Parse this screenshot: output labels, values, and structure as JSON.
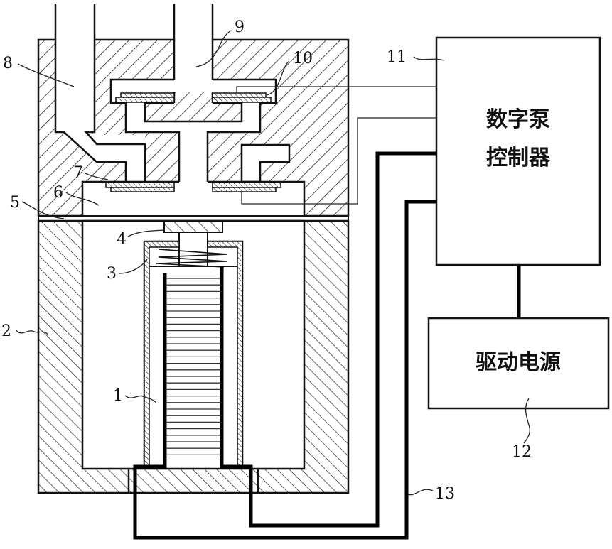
{
  "figure": {
    "type": "patent schematic",
    "subject": "Digital pump with piezoelectric actuator"
  },
  "labels": [
    {
      "id": "1",
      "text": "1",
      "part": "piezo-stack"
    },
    {
      "id": "2",
      "text": "2",
      "part": "lower-housing"
    },
    {
      "id": "3",
      "text": "3",
      "part": "spring"
    },
    {
      "id": "4",
      "text": "4",
      "part": "push-block"
    },
    {
      "id": "5",
      "text": "5",
      "part": "diaphragm"
    },
    {
      "id": "6",
      "text": "6",
      "part": "pump-chamber"
    },
    {
      "id": "7",
      "text": "7",
      "part": "inlet-valve"
    },
    {
      "id": "8",
      "text": "8",
      "part": "inlet-channel"
    },
    {
      "id": "9",
      "text": "9",
      "part": "outlet-channel"
    },
    {
      "id": "10",
      "text": "10",
      "part": "outlet-valve"
    },
    {
      "id": "11",
      "text": "11",
      "part": "controller"
    },
    {
      "id": "12",
      "text": "12",
      "part": "power-supply"
    },
    {
      "id": "13",
      "text": "13",
      "part": "drive-wires"
    }
  ],
  "blocks": {
    "controller": {
      "line1": "数字泵",
      "line2": "控制器"
    },
    "power_supply": {
      "text": "驱动电源"
    }
  }
}
